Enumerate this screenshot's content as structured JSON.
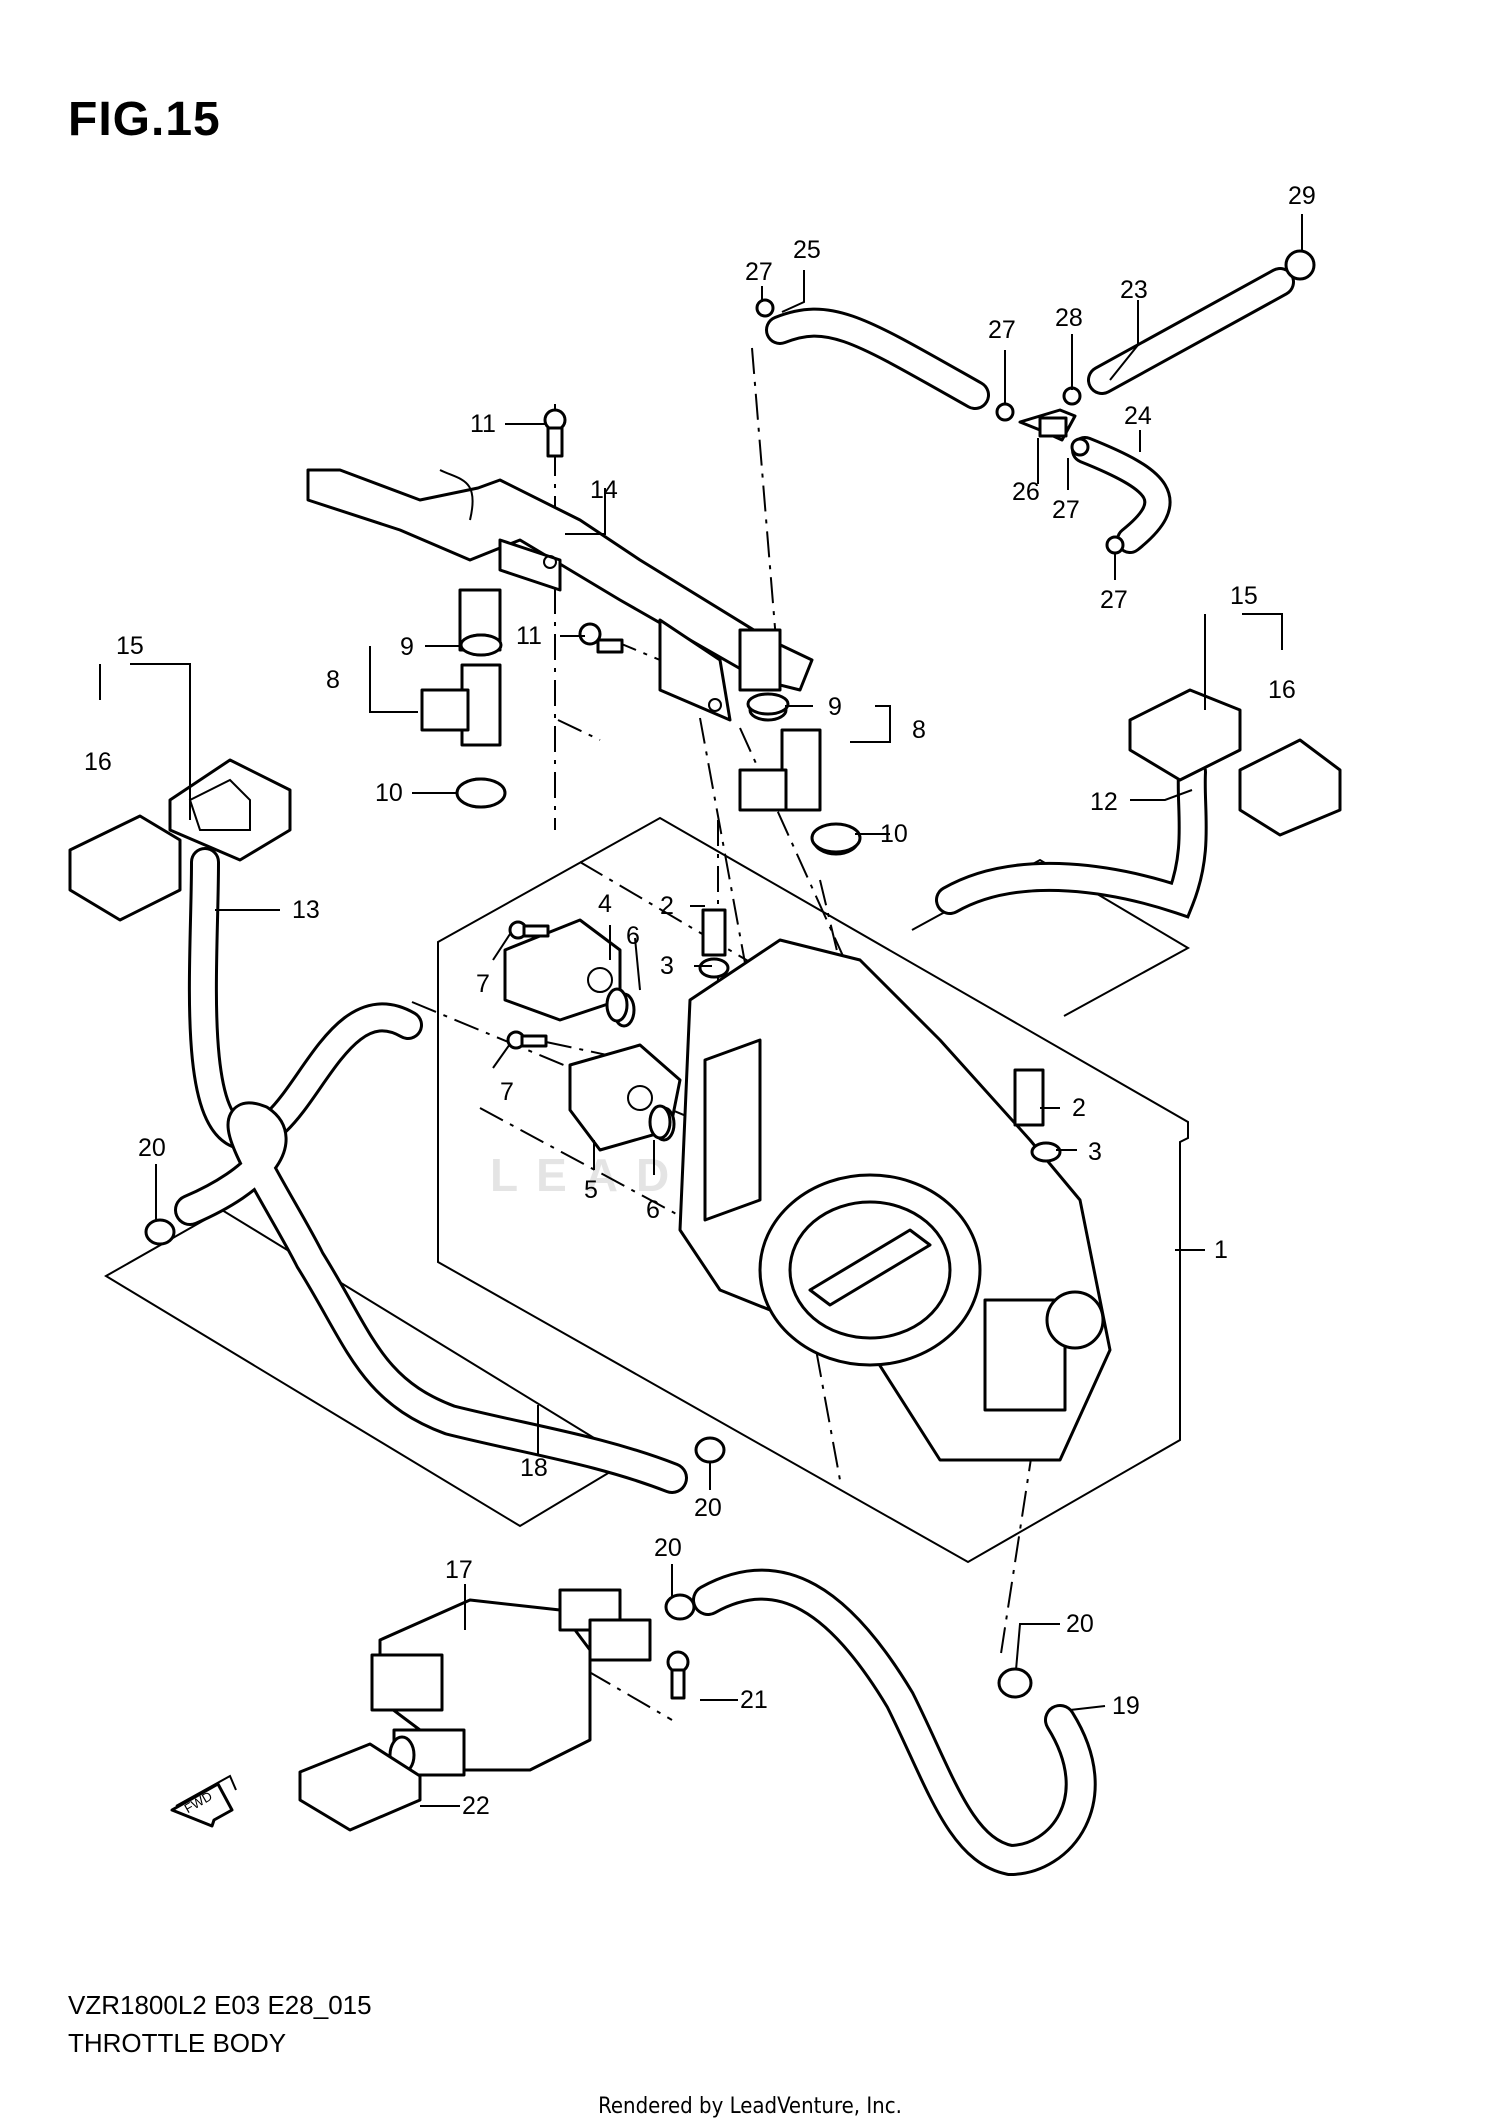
{
  "figure": {
    "title": "FIG.15",
    "model_code": "VZR1800L2 E03 E28_015",
    "caption": "THROTTLE BODY",
    "credit": "Rendered by LeadVenture, Inc.",
    "watermark": "LEADVENTURE",
    "fwd_label": "FWD"
  },
  "callouts": [
    "29",
    "25",
    "27",
    "23",
    "27",
    "28",
    "24",
    "26",
    "27",
    "27",
    "11",
    "14",
    "11",
    "9",
    "8",
    "9",
    "8",
    "15",
    "16",
    "15",
    "16",
    "10",
    "10",
    "12",
    "13",
    "4",
    "2",
    "6",
    "3",
    "7",
    "7",
    "2",
    "5",
    "6",
    "3",
    "1",
    "20",
    "18",
    "20",
    "20",
    "17",
    "20",
    "21",
    "19",
    "22"
  ]
}
